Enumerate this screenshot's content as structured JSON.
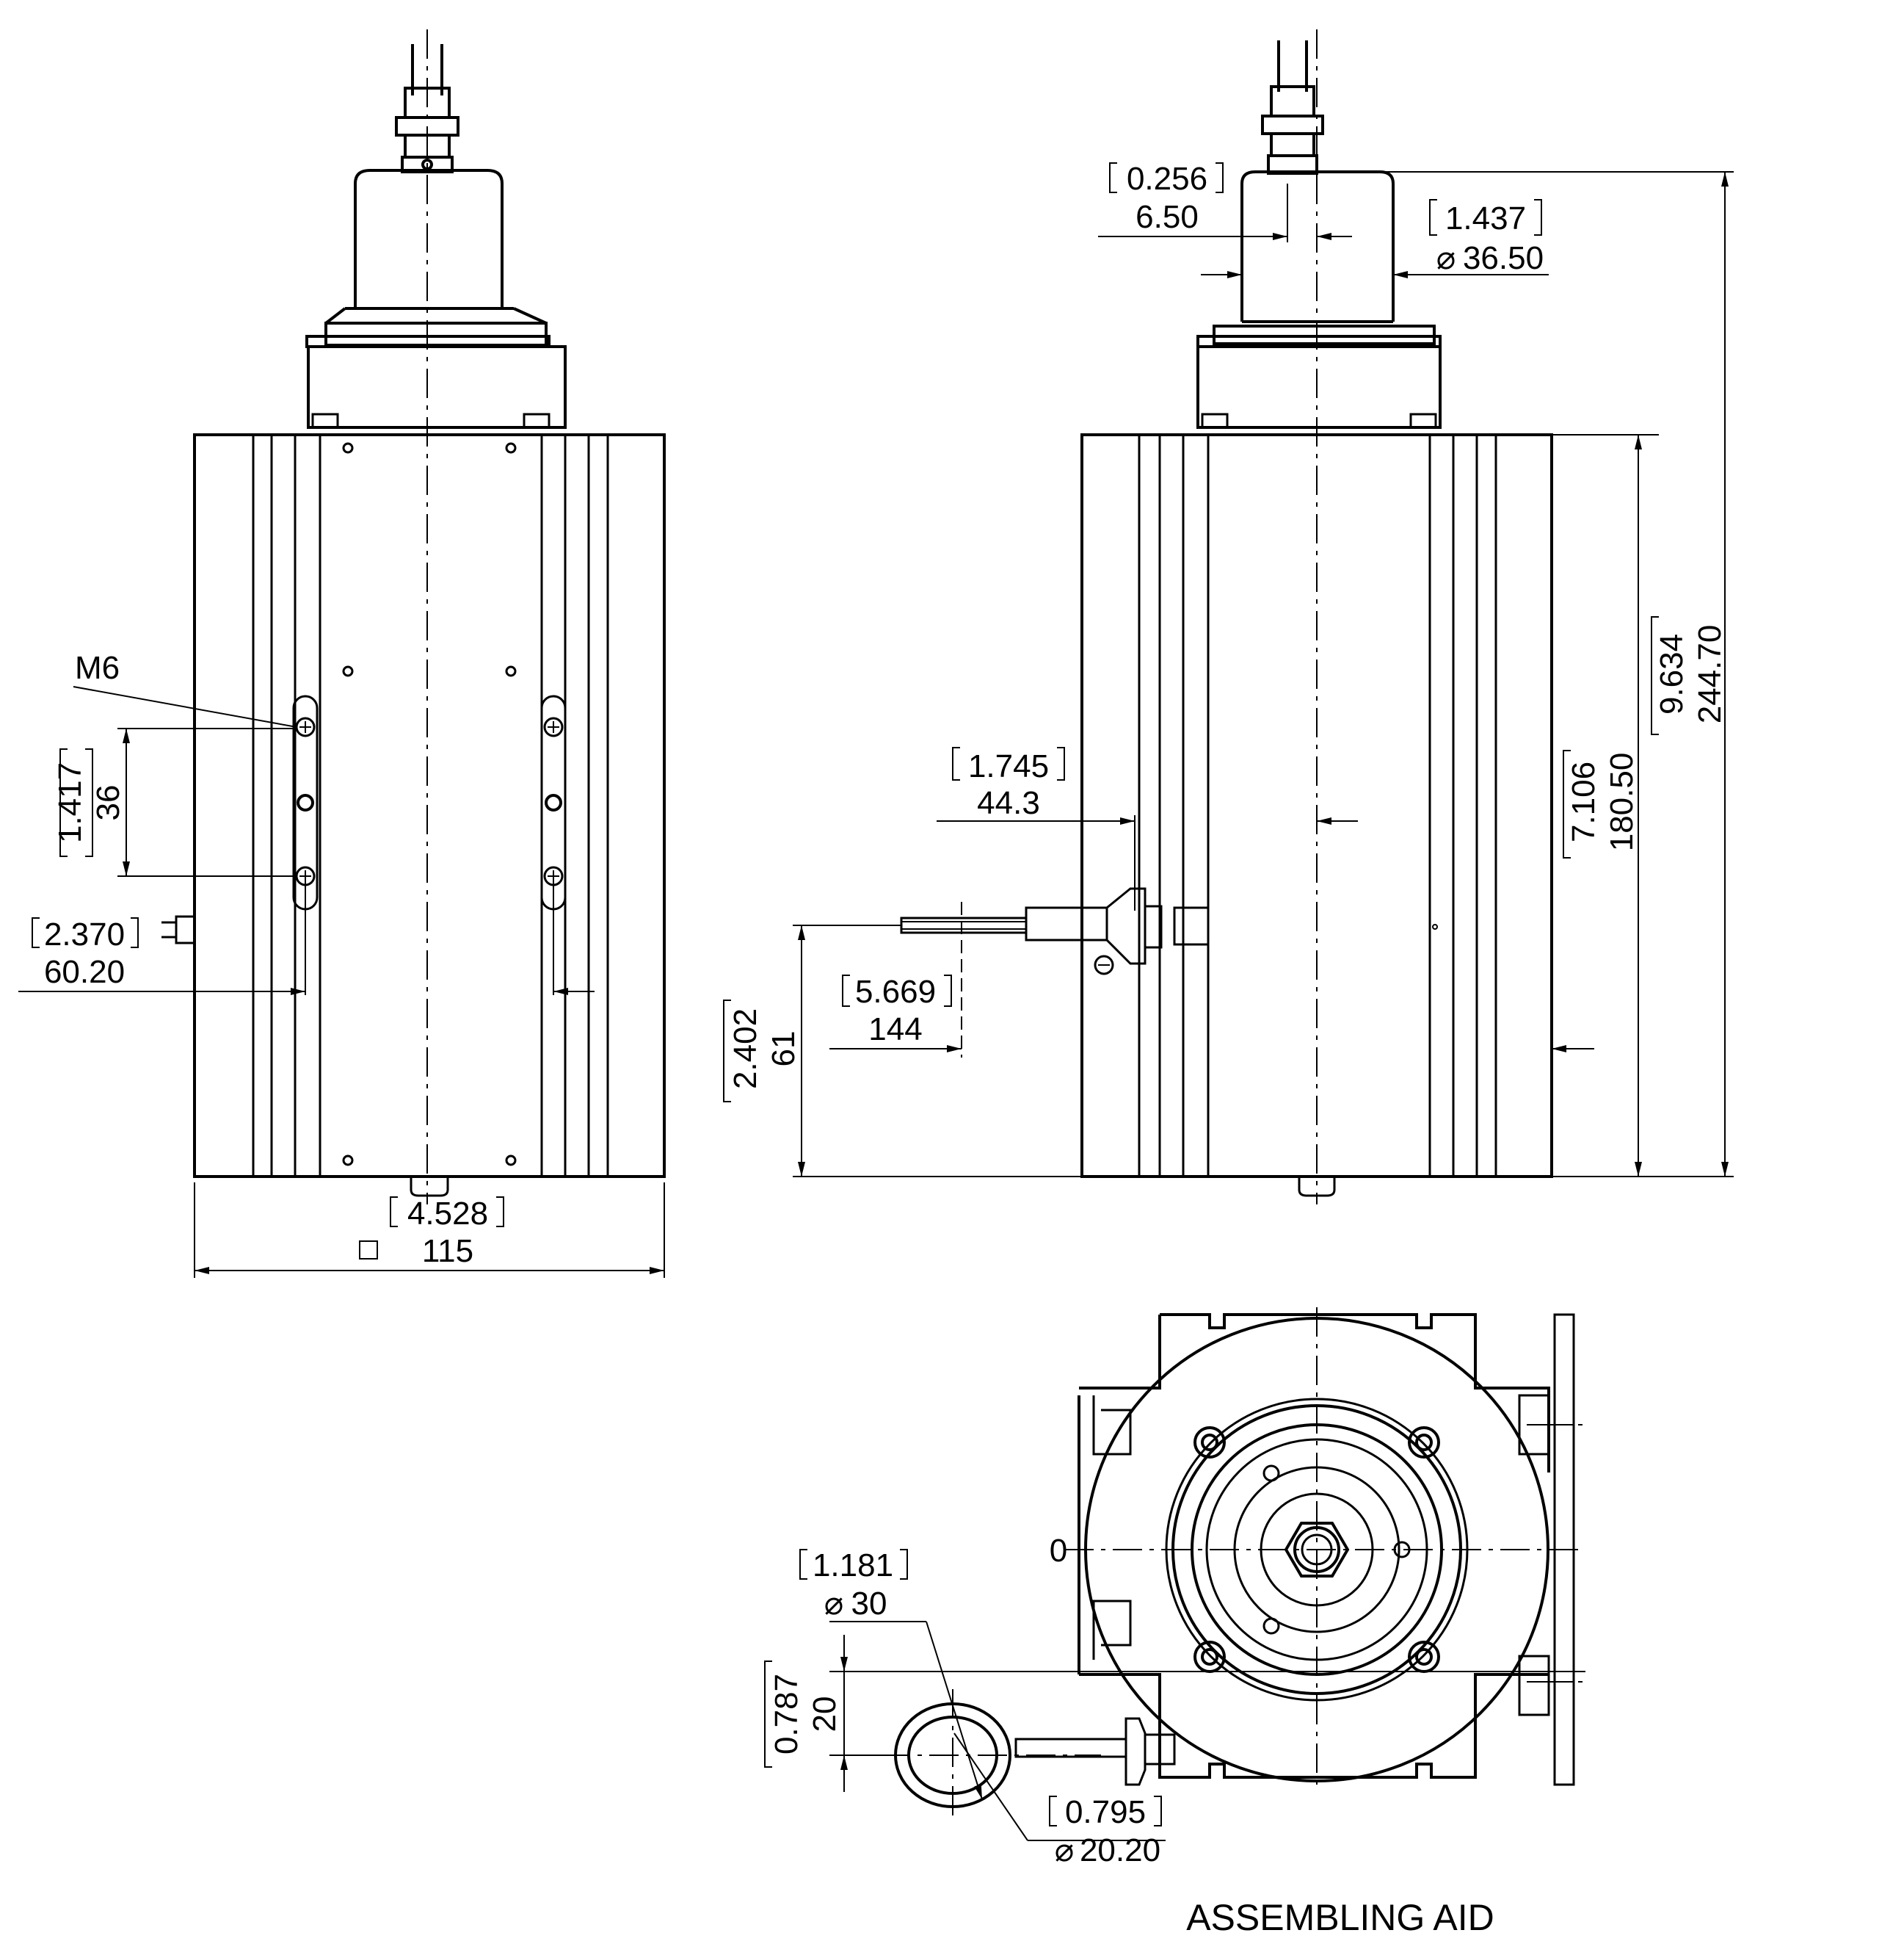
{
  "views": {
    "front": {
      "thread_label": "M6",
      "dims": {
        "slot_pitch_in": "1.417",
        "slot_pitch_mm": "36",
        "slot_spacing_in": "2.370",
        "slot_spacing_mm": "60.20",
        "width_in": "4.528",
        "width_mm": "115"
      }
    },
    "side": {
      "dims": {
        "a_in": "0.256",
        "a_mm": "6.50",
        "dia_in": "1.437",
        "dia_mm": "36.50",
        "offset_in": "1.745",
        "offset_mm": "44.3",
        "reach_in": "5.669",
        "reach_mm": "144",
        "height_in": "2.402",
        "height_mm": "61",
        "body_in": "7.106",
        "body_mm": "180.50",
        "total_in": "9.634",
        "total_mm": "244.70"
      }
    },
    "top": {
      "zero_label": "0",
      "dims": {
        "eye_in": "1.181",
        "eye_mm": "30",
        "offset_in": "0.787",
        "offset_mm": "20",
        "hole_in": "0.795",
        "hole_mm": "20.20"
      },
      "caption": "ASSEMBLING AID"
    }
  },
  "symbols": {
    "diameter": "⌀",
    "square": "□"
  }
}
